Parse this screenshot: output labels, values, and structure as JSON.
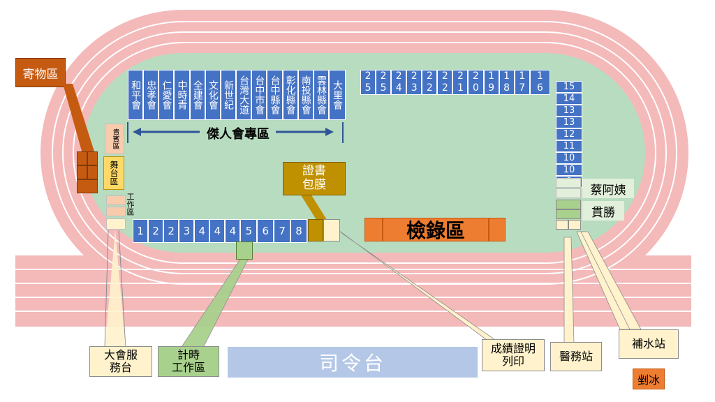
{
  "storage_area": "寄物區",
  "vip_area": "貴賓區",
  "stage_area": "舞台區",
  "work_area": "工作區",
  "society_units": [
    "和平會",
    "忠孝會",
    "仁愛會",
    "中時青",
    "全建會",
    "文化會",
    "新世紀",
    "台灣大道",
    "台中市會",
    "台中縣會",
    "彰化縣會",
    "南投縣會",
    "雲林縣會",
    "大里會"
  ],
  "society_zone_label": "傑人會專區",
  "top_right_numbers": [
    "25",
    "25",
    "24",
    "23",
    "22",
    "22",
    "21",
    "20",
    "19",
    "18",
    "17",
    "16"
  ],
  "right_numbers": [
    "15",
    "14",
    "13",
    "13",
    "12",
    "11",
    "10",
    "10",
    "9"
  ],
  "right_side_labels": [
    "蔡阿姨",
    "貫勝"
  ],
  "bottom_numbers": [
    "1",
    "2",
    "2",
    "3",
    "4",
    "4",
    "4",
    "5",
    "6",
    "7",
    "8"
  ],
  "certificate_box": "證書\n包膜",
  "checkin_area": "檢錄區",
  "callouts": {
    "service_desk": "大會服\n務台",
    "timing_area": "計時\n工作區",
    "results_print": "成績證明\n列印",
    "medical": "醫務站",
    "water": "補水站"
  },
  "podium": "司令台",
  "ice_box": "剉冰",
  "colors": {
    "track": "#f4b9b9",
    "field": "#b8dcc0",
    "blue": "#4472c4",
    "orange": "#c55a11",
    "checkin_orange": "#ed7d31",
    "gold": "#bf9000",
    "callout_fill": "#fff2cc",
    "podium": "#b4c7e7",
    "timing_green": "#a9d18e"
  }
}
